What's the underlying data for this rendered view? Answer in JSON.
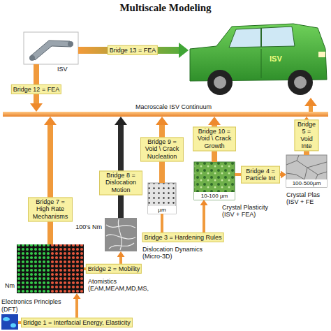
{
  "diagram": {
    "title": "Multiscale Modeling",
    "nodes": [
      {
        "text": [
          "ISV"
        ]
      },
      {
        "text": [
          "ISV"
        ]
      },
      {
        "text": [
          "Macroscale ISV Continuum"
        ]
      },
      {
        "text": [
          "100-500µm"
        ]
      },
      {
        "text": [
          "10-100 µm"
        ]
      },
      {
        "text": [
          "µm"
        ]
      },
      {
        "text": [
          "100's Nm"
        ]
      },
      {
        "text": [
          "Nm"
        ]
      },
      {
        "text": [
          "Electronics Principles (DFT)"
        ]
      }
    ],
    "edges": [
      {
        "from": 0,
        "to": 1,
        "arrow": "to",
        "label": "Bridge 13 = FEA"
      },
      {
        "from": 0,
        "to": 2,
        "arrow": "to",
        "label": "Bridge 12 = FEA"
      },
      {
        "from": 2,
        "to": 1,
        "arrow": "to"
      },
      {
        "from": 3,
        "to": 2,
        "arrow": "to",
        "label": "Bridge 5 = Void Inte"
      },
      {
        "from": 4,
        "to": 2,
        "arrow": "to",
        "label": "Bridge 10 = Void \\ Crack Growth"
      },
      {
        "from": 4,
        "to": 3,
        "arrow": "to",
        "label": "Bridge 4 = Particle Int"
      },
      {
        "from": 5,
        "to": 2,
        "arrow": "to",
        "label": "Bridge 9 = Void \\ Crack Nucleation"
      },
      {
        "from": 5,
        "to": 4,
        "arrow": "to",
        "label": "Bridge 3 = Hardening Rules"
      },
      {
        "from": 6,
        "to": 2,
        "arrow": "to",
        "label": "Bridge 8 = Dislocation Motion"
      },
      {
        "from": 7,
        "to": 6,
        "arrow": "to",
        "label": "Bridge 2 = Mobility"
      },
      {
        "from": 7,
        "to": 2,
        "arrow": "to",
        "label": "Bridge 7 = High Rate Mechanisms"
      },
      {
        "from": 8,
        "to": 7,
        "arrow": "to",
        "label": "Bridge 1 = Interfacial Energy, Elasticity"
      }
    ],
    "labels": [
      "Crystal Plas (ISV + FE",
      "Crystal Plasticity (ISV + FEA)",
      "Dislocation Dynamics (Micro-3D)",
      "Atomistics (EAM,MEAM,MD,MS,"
    ]
  }
}
